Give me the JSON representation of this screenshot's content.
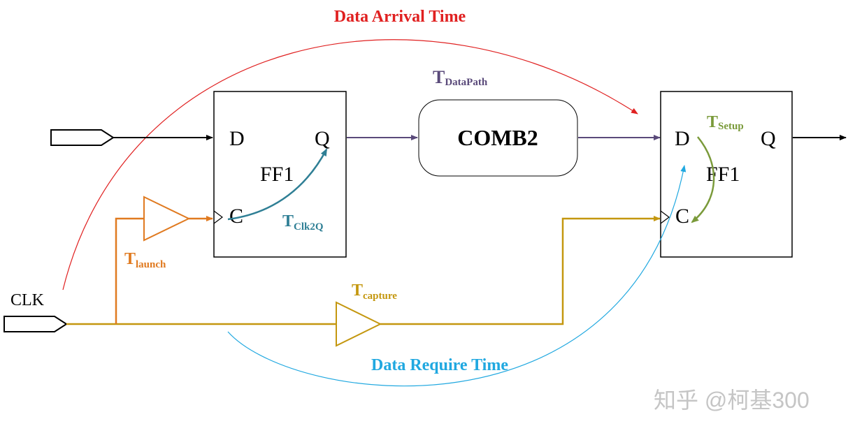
{
  "colors": {
    "black": "#000000",
    "data_arrival": "#e02020",
    "data_path": "#5a4a7a",
    "clk2q": "#2f7f95",
    "launch": "#e07a20",
    "capture": "#c4970f",
    "setup": "#7a9a3a",
    "data_require": "#20a8e0",
    "watermark": "#bbbbbb"
  },
  "titles": {
    "data_arrival": "Data Arrival Time",
    "data_require": "Data Require Time"
  },
  "labels": {
    "clk": "CLK",
    "ff_left": {
      "name": "FF1",
      "d": "D",
      "q": "Q",
      "c": "C"
    },
    "ff_right": {
      "name": "FF1",
      "d": "D",
      "q": "Q",
      "c": "C"
    },
    "comb": "COMB2"
  },
  "timing": {
    "datapath": {
      "main": "T",
      "sub": "DataPath"
    },
    "clk2q": {
      "main": "T",
      "sub": "Clk2Q"
    },
    "launch": {
      "main": "T",
      "sub": "launch"
    },
    "capture": {
      "main": "T",
      "sub": "capture"
    },
    "setup": {
      "main": "T",
      "sub": "Setup"
    }
  },
  "watermark": "知乎 @柯基300"
}
